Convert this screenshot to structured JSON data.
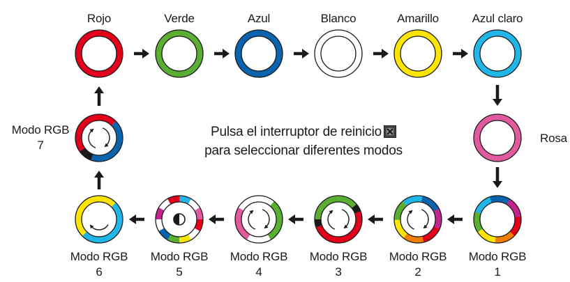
{
  "top_row": [
    {
      "label": "Rojo",
      "color": "#e3001b"
    },
    {
      "label": "Verde",
      "color": "#5aae32"
    },
    {
      "label": "Azul",
      "color": "#0a64ad"
    },
    {
      "label": "Blanco",
      "color": "#ffffff"
    },
    {
      "label": "Amarillo",
      "color": "#ffe500"
    },
    {
      "label": "Azul claro",
      "color": "#20b6e8"
    }
  ],
  "rosa": {
    "label": "Rosa",
    "color": "#e25a9e"
  },
  "modes": [
    {
      "line1": "Modo RGB",
      "line2": "1"
    },
    {
      "line1": "Modo RGB",
      "line2": "2"
    },
    {
      "line1": "Modo RGB",
      "line2": "3"
    },
    {
      "line1": "Modo RGB",
      "line2": "4"
    },
    {
      "line1": "Modo RGB",
      "line2": "5"
    },
    {
      "line1": "Modo RGB",
      "line2": "6"
    },
    {
      "line1": "Modo RGB",
      "line2": "7"
    }
  ],
  "instruction": {
    "line1": "Pulsa el interruptor de reinicio",
    "line2": "para seleccionar diferentes modos",
    "icon": "reset-switch-icon"
  },
  "colors": {
    "red": "#e3001b",
    "green": "#5aae32",
    "blue": "#0a64ad",
    "yellow": "#ffe500",
    "cyan": "#20b6e8",
    "pink": "#e25a9e",
    "magenta": "#c1268f",
    "black": "#1a1a1a"
  }
}
